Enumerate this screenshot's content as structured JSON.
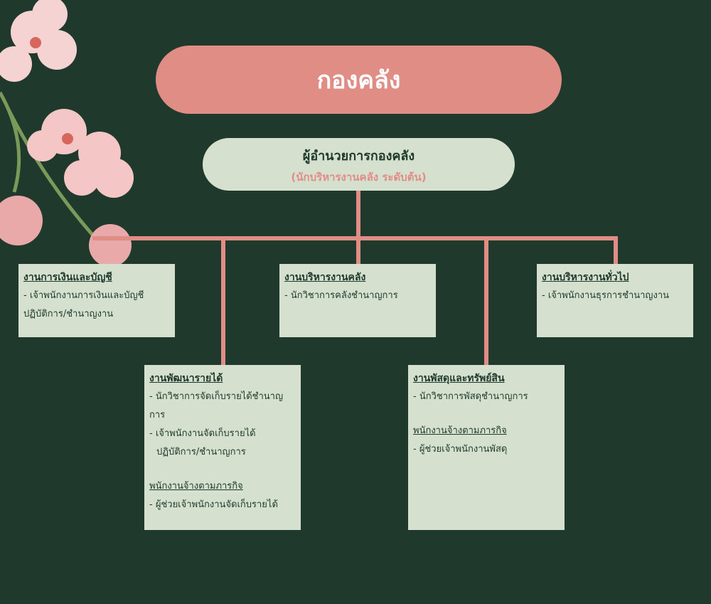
{
  "title": "กองคลัง",
  "head": {
    "name": "ผู้อำนวยการกองคลัง",
    "subtitle": "(นักบริหารงานคลัง ระดับต้น)"
  },
  "units": [
    {
      "heading": "งานการเงินและบัญชี",
      "lines": [
        "- เจ้าพนักงานการเงินและบัญชี",
        "ปฏิบัติการ/ชำนาญงาน"
      ]
    },
    {
      "heading": "งานบริหารงานคลัง",
      "lines": [
        "- นักวิชาการคลังชำนาญการ"
      ]
    },
    {
      "heading": "งานบริหารงานทั่วไป",
      "lines": [
        "- เจ้าพนักงานธุรการชำนาญงาน"
      ]
    },
    {
      "heading": "งานพัฒนารายได้",
      "lines": [
        "- นักวิชาการจัดเก็บรายได้ชำนาญ",
        "การ",
        "- เจ้าพนักงานจัดเก็บรายได้",
        "ปฏิบัติการ/ชำนาญการ"
      ],
      "sub_heading": "พนักงานจ้างตามภารกิจ",
      "sub_lines": [
        "- ผู้ช่วยเจ้าพนักงานจัดเก็บรายได้"
      ]
    },
    {
      "heading": "งานพัสดุและทรัพย์สิน",
      "lines": [
        "- นักวิชาการพัสดุชำนาญการ"
      ],
      "sub_heading": "พนักงานจ้างตามภารกิจ",
      "sub_lines": [
        "- ผู้ช่วยเจ้าพนักงานพัสดุ"
      ]
    }
  ],
  "colors": {
    "background": "#1f3a2c",
    "accent": "#e08d86",
    "box": "#d5e0cf"
  }
}
